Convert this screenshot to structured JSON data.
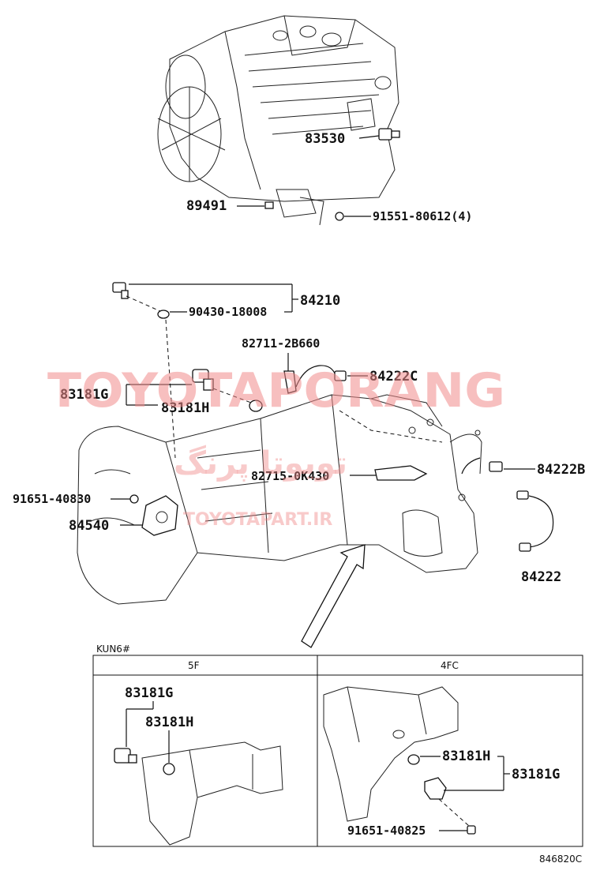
{
  "watermark": {
    "main": "TOYOTAPORANG",
    "persian": "تویوتا پرنگ",
    "site": "TOYOTAPART.IR",
    "color": "#f08a8a"
  },
  "parts": {
    "p83530": "83530",
    "p89491": "89491",
    "p91551": "91551-80612(4)",
    "p84210": "84210",
    "p90430": "90430-18008",
    "p82711": "82711-2B660",
    "p84222C": "84222C",
    "p83181G": "83181G",
    "p83181H": "83181H",
    "p84222B": "84222B",
    "p82715": "82715-0K430",
    "p91651a": "91651-40830",
    "p84540": "84540",
    "p84222": "84222"
  },
  "inset": {
    "model": "KUN6#",
    "col_5f": "5F",
    "col_4fc": "4FC",
    "left_83181G": "83181G",
    "left_83181H": "83181H",
    "right_83181H": "83181H",
    "right_83181G": "83181G",
    "right_91651": "91651-40825"
  },
  "diagram_id": "846820C"
}
